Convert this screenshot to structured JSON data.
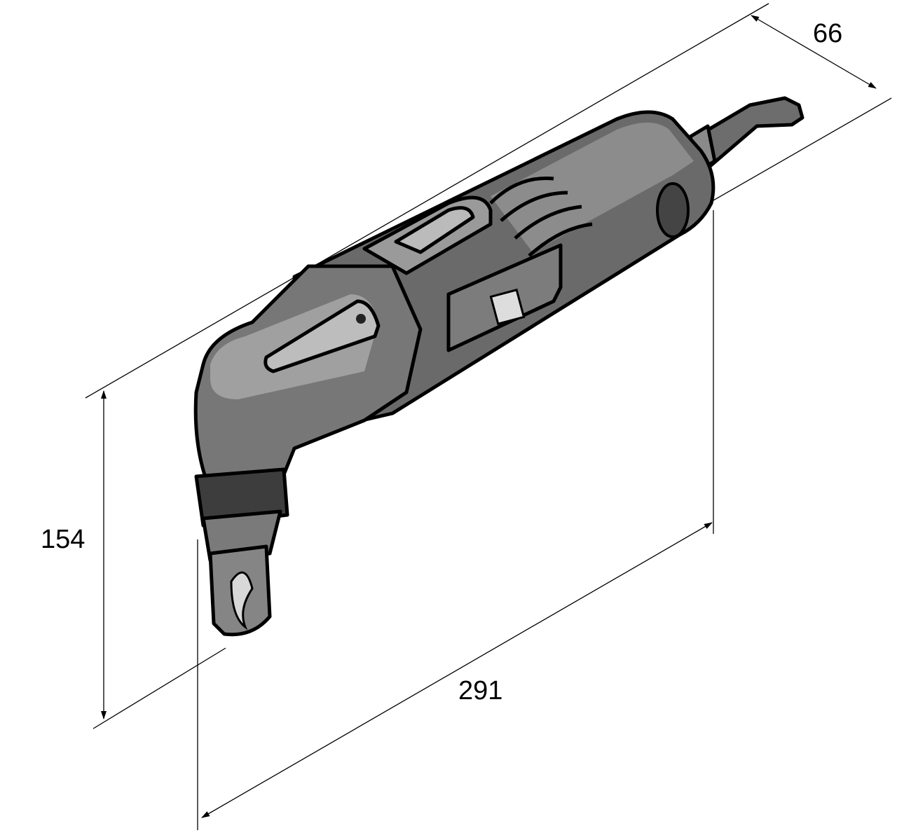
{
  "dimensions": {
    "width": "66",
    "height": "154",
    "length": "291"
  },
  "colors": {
    "body_dark": "#555555",
    "body_mid": "#7a7a7a",
    "body_light": "#9a9a9a",
    "line": "#000000"
  },
  "icons": [
    "nibbler-tool-drawing",
    "fein-logo-badge"
  ]
}
